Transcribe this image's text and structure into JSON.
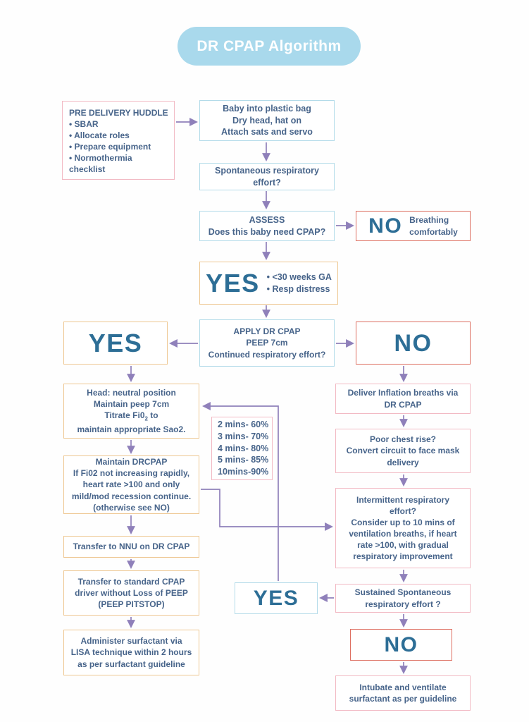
{
  "title": "DR CPAP Algorithm",
  "colors": {
    "title_bg": "#a9d9ec",
    "title_text": "#ffffff",
    "text": "#47648a",
    "emph": "#2d6e96",
    "blue": "#b3dbe9",
    "pink": "#f2bac4",
    "red": "#dd6e60",
    "orange": "#eec792",
    "arrow": "#8f80ba",
    "bg": "#fefefe"
  },
  "boxes": {
    "pre_huddle": {
      "lines": [
        "PRE DELIVERY HUDDLE",
        "• SBAR",
        "• Allocate roles",
        "• Prepare equipment",
        "• Normothermia",
        "checklist"
      ]
    },
    "plastic_bag": {
      "lines": [
        "Baby into plastic bag",
        "Dry head, hat on",
        "Attach sats and servo"
      ]
    },
    "spont_effort": {
      "lines": [
        "Spontaneous respiratory",
        "effort?"
      ]
    },
    "assess": {
      "lines": [
        "ASSESS",
        "Does this baby need CPAP?"
      ]
    },
    "no_breathing": {
      "label": "NO",
      "note_lines": [
        "Breathing",
        "comfortably"
      ]
    },
    "yes_criteria": {
      "label": "YES",
      "bullets": [
        "• <30 weeks GA",
        "• Resp distress"
      ]
    },
    "apply_cpap": {
      "lines": [
        "APPLY DR CPAP",
        "PEEP 7cm",
        "Continued respiratory effort?"
      ]
    },
    "yes_left": {
      "label": "YES"
    },
    "no_right": {
      "label": "NO"
    },
    "head_position": {
      "line1": "Head: neutral position",
      "line2": "Maintain peep 7cm",
      "titrate_pre": "Titrate Fi0",
      "titrate_sub": "2",
      "titrate_post": "to",
      "line4": "maintain appropriate Sao2."
    },
    "sats_targets": {
      "lines": [
        "2 mins- 60%",
        "3 mins- 70%",
        "4 mins- 80%",
        "5 mins- 85%",
        "10mins-90%"
      ]
    },
    "maintain": {
      "lines": [
        "Maintain DRCPAP",
        "If Fi02 not increasing rapidly,",
        "heart rate >100 and only",
        "mild/mod recession continue.",
        "(otherwise see NO)"
      ]
    },
    "transfer_nnu": {
      "lines": [
        "Transfer to NNU on DR CPAP"
      ]
    },
    "transfer_driver": {
      "lines": [
        "Transfer to standard CPAP",
        "driver without Loss of PEEP",
        "(PEEP PITSTOP)"
      ]
    },
    "surfactant": {
      "lines": [
        "Administer surfactant via",
        "LISA technique within 2 hours",
        "as per surfactant guideline"
      ]
    },
    "inflation": {
      "lines": [
        "Deliver Inflation breaths via",
        "DR CPAP"
      ]
    },
    "chest_rise": {
      "lines": [
        "Poor chest rise?",
        "Convert circuit to face mask",
        "delivery"
      ]
    },
    "intermittent": {
      "lines": [
        "Intermittent respiratory",
        "effort?",
        "Consider up to 10 mins of",
        "ventilation breaths, if heart",
        "rate >100, with gradual",
        "respiratory improvement"
      ]
    },
    "sustained": {
      "lines": [
        "Sustained Spontaneous",
        "respiratory effort ?"
      ]
    },
    "yes_bottom": {
      "label": "YES"
    },
    "no_bottom": {
      "label": "NO"
    },
    "intubate": {
      "lines": [
        "Intubate and ventilate",
        "surfactant as per guideline"
      ]
    }
  }
}
